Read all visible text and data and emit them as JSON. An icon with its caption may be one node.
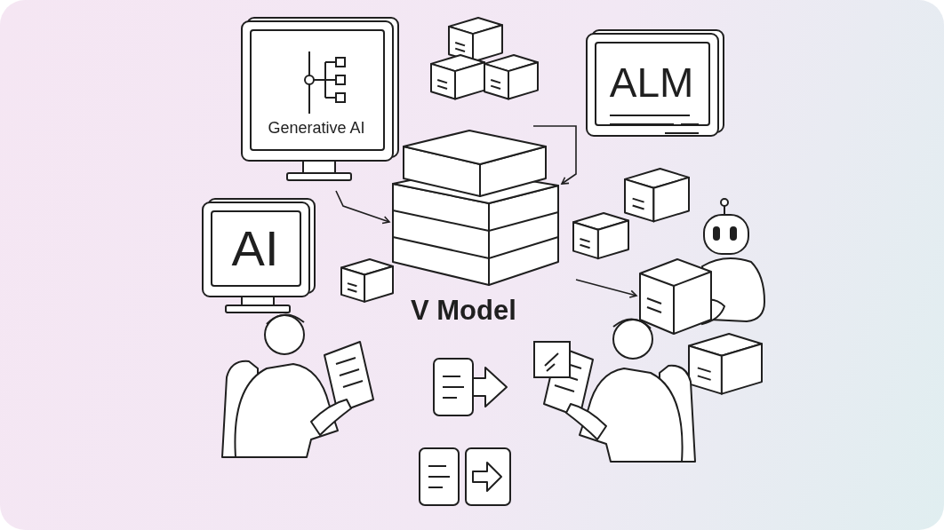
{
  "diagram": {
    "nodes": [
      {
        "text": [
          "Generative AI"
        ]
      },
      {
        "text": [
          "ALM"
        ]
      },
      {
        "text": [
          "AI"
        ]
      },
      {
        "text": [],
        "shape": "box",
        "beside": [
          "V Model"
        ]
      },
      {
        "text": [],
        "shape": "box"
      }
    ],
    "edges": [
      {
        "from": 0,
        "to": 3,
        "arrow": "to"
      },
      {
        "from": null,
        "to": 3,
        "arrow": "to"
      },
      {
        "from": 3,
        "to": 4,
        "arrow": "to"
      }
    ]
  }
}
